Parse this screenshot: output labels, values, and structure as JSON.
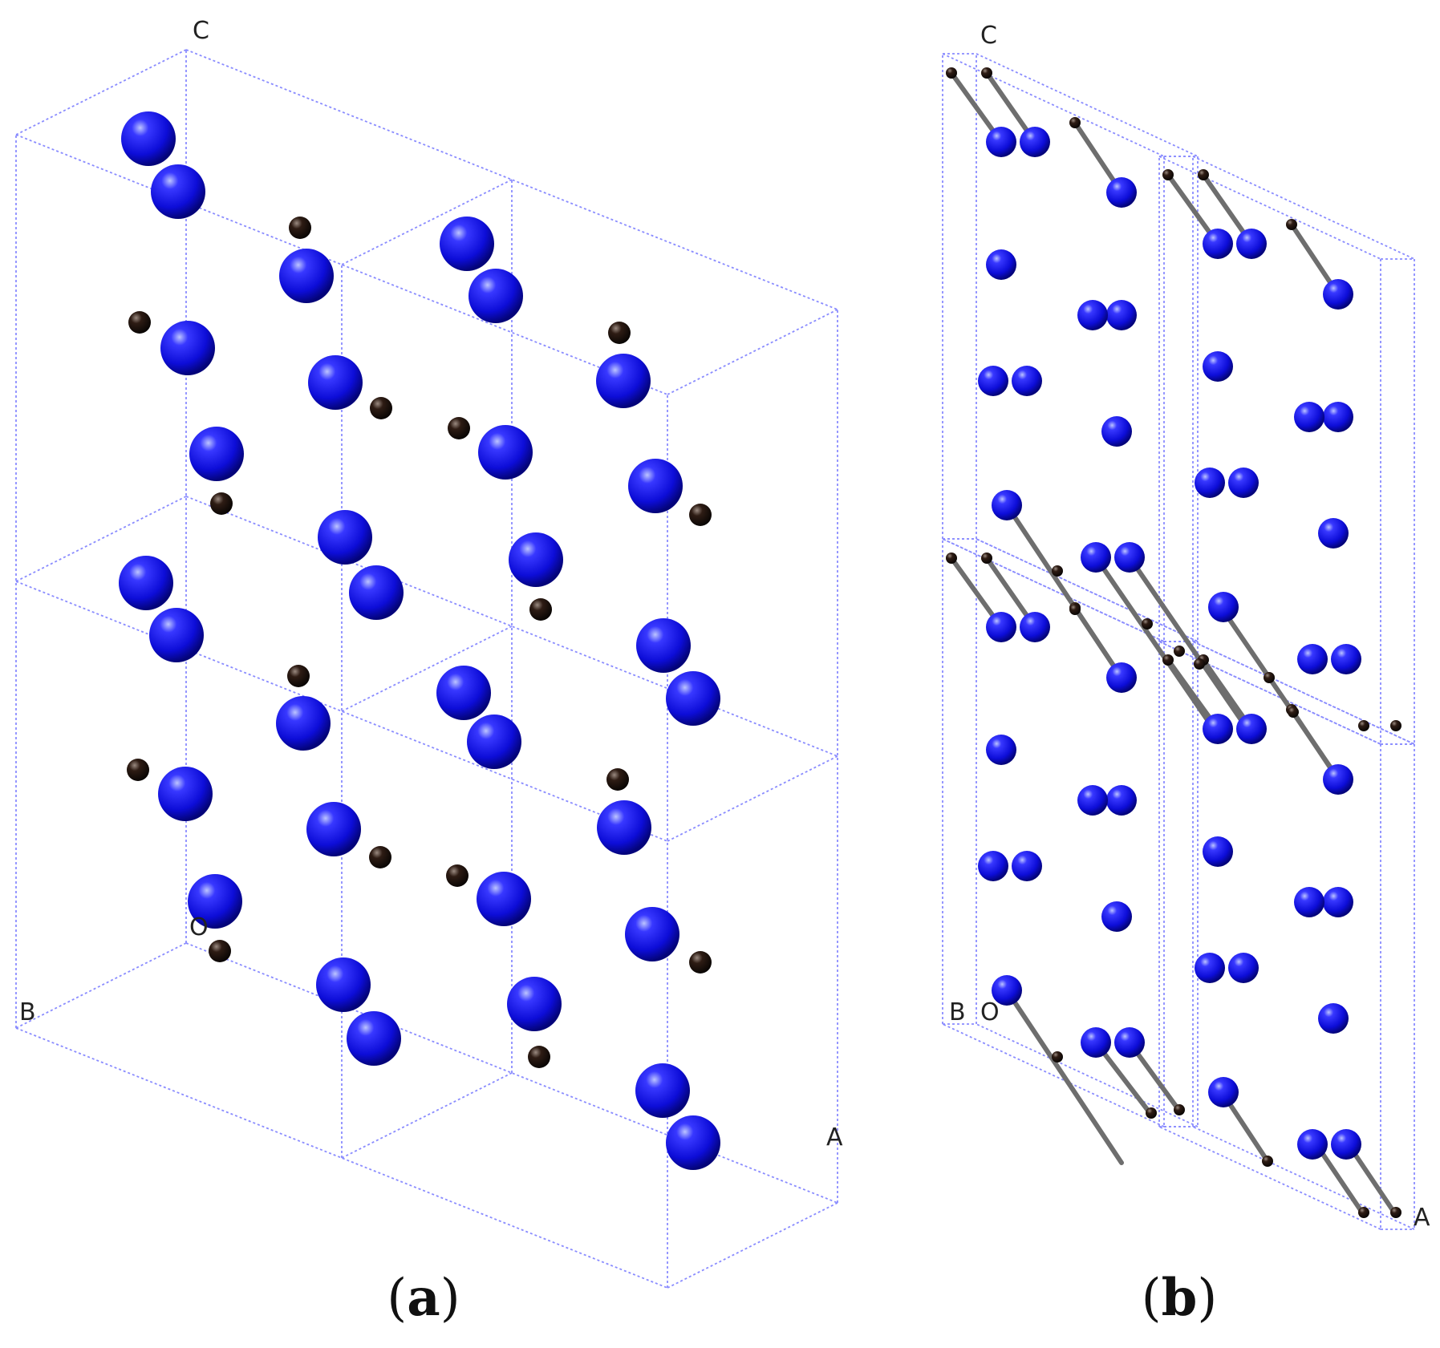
{
  "panels": [
    {
      "id": "a",
      "caption_open": "(",
      "caption_letter": "a",
      "caption_close": ")",
      "axis_labels": {
        "c": "C",
        "b": "B",
        "origin": "O",
        "a": "A"
      }
    },
    {
      "id": "b",
      "caption_open": "(",
      "caption_letter": "b",
      "caption_close": ")",
      "axis_labels": {
        "c": "C",
        "b": "B",
        "origin": "O",
        "a": "A"
      }
    }
  ],
  "colors": {
    "cell_edge": "#8a8cff",
    "large_atom": "#1010e6",
    "small_atom": "#2a1a12",
    "bond": "#6e6e6e"
  }
}
